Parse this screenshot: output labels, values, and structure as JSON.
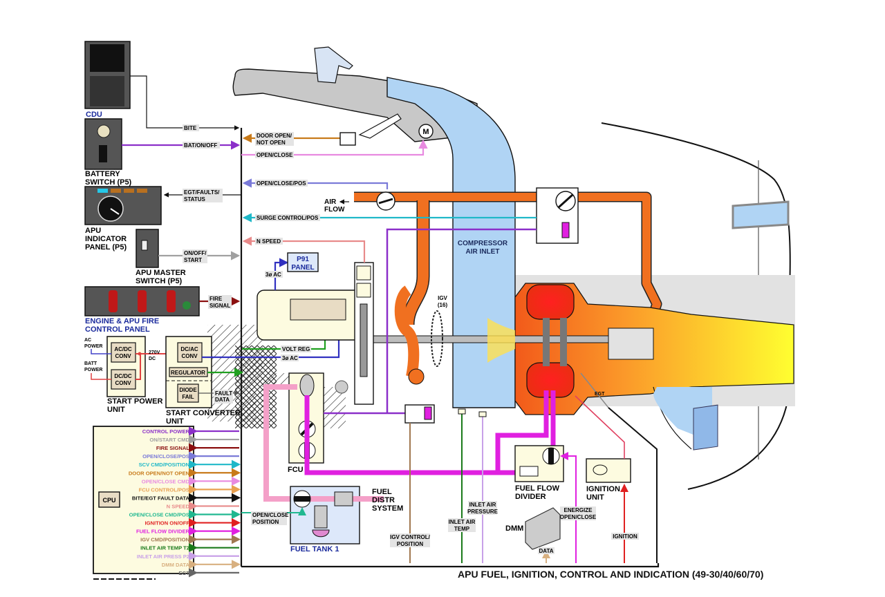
{
  "title": "APU FUEL, IGNITION, CONTROL AND INDICATION (49-30/40/60/70)",
  "components": {
    "cdu": "CDU",
    "battery_switch": [
      "BATTERY",
      "SWITCH (P5)"
    ],
    "apu_indicator_panel": [
      "APU",
      "INDICATOR",
      "PANEL (P5)"
    ],
    "apu_master_switch": [
      "APU MASTER",
      "SWITCH (P5)"
    ],
    "fire_panel": [
      "ENGINE & APU FIRE",
      "CONTROL PANEL"
    ],
    "start_power_unit": [
      "START POWER",
      "UNIT"
    ],
    "start_converter_unit": [
      "START CONVERTER",
      "UNIT"
    ],
    "ac_dc_conv": [
      "AC/DC",
      "CONV"
    ],
    "dc_dc_conv": [
      "DC/DC",
      "CONV"
    ],
    "dc_ac_conv": [
      "DC/AC",
      "CONV"
    ],
    "regulator": "REGULATOR",
    "diode_fail": [
      "DIODE",
      "FAIL"
    ],
    "ac_power": [
      "AC",
      "POWER"
    ],
    "batt_power": [
      "BATT",
      "POWER"
    ],
    "dc_270": [
      "270V",
      "DC"
    ],
    "fault_data": [
      "FAULT",
      "DATA"
    ],
    "cpu": "CPU",
    "p91_panel": [
      "P91",
      "PANEL"
    ],
    "three_phase_ac": "3ø AC",
    "volt_reg": "VOLT REG",
    "fcu": "FCU",
    "fuel_tank": "FUEL TANK 1",
    "fuel_distr": [
      "FUEL",
      "DISTR",
      "SYSTEM"
    ],
    "compressor_inlet": [
      "COMPRESSOR",
      "AIR INLET"
    ],
    "igv": [
      "IGV",
      "(16)"
    ],
    "air_flow": [
      "AIR",
      "FLOW"
    ],
    "egt": "EGT",
    "fuel_flow_divider": [
      "FUEL FLOW",
      "DIVIDER"
    ],
    "ignition_unit": [
      "IGNITION",
      "UNIT"
    ],
    "dmm": "DMM",
    "motor": "M"
  },
  "signals": {
    "bite": "BITE",
    "bat_on_off": "BAT/ON/OFF",
    "egt_faults_status": [
      "EGT/FAULTS/",
      "STATUS"
    ],
    "on_off_start": [
      "ON/OFF/",
      "START"
    ],
    "fire_signal": [
      "FIRE",
      "SIGNAL"
    ],
    "door_open": [
      "DOOR OPEN/",
      "NOT OPEN"
    ],
    "open_close": "OPEN/CLOSE",
    "open_close_pos": "OPEN/CLOSE/POS",
    "surge_control_pos": "SURGE CONTROL/POS",
    "n_speed": "N SPEED",
    "open_close_position": [
      "OPEN/CLOSE",
      "POSITION"
    ],
    "igv_control_position": [
      "IGV CONTROL/",
      "POSITION"
    ],
    "inlet_air_temp": [
      "INLET AIR",
      "TEMP"
    ],
    "inlet_air_pressure": [
      "INLET AIR",
      "PRESSURE"
    ],
    "energize_open_close": [
      "ENERGIZE",
      "OPEN/CLOSE"
    ],
    "data": "DATA",
    "ignition": "IGNITION"
  },
  "ecu_signals": [
    {
      "label": "CONTROL POWER",
      "color": "#8b2fc9",
      "dir": "in"
    },
    {
      "label": "ON/START CMD",
      "color": "#a0a0a0",
      "dir": "in"
    },
    {
      "label": "FIRE SIGNAL",
      "color": "#8b1010",
      "dir": "in"
    },
    {
      "label": "OPEN/CLOSE/POS",
      "color": "#7a7ad8",
      "dir": "in"
    },
    {
      "label": "SCV CMD/POSITION",
      "color": "#1fb8c8",
      "dir": "both"
    },
    {
      "label": "DOOR OPEN/NOT OPEN",
      "color": "#c87a1a",
      "dir": "both"
    },
    {
      "label": "OPEN/CLOSE CMD",
      "color": "#e88ae0",
      "dir": "both"
    },
    {
      "label": "FCU CONTROL/POS",
      "color": "#e8a050",
      "dir": "both"
    },
    {
      "label": "BITE/EGT FAULT DATA",
      "color": "#111111",
      "dir": "both"
    },
    {
      "label": "N SPEED",
      "color": "#e88a8a",
      "dir": "in"
    },
    {
      "label": "OPEN/CLOSE CMD/POS",
      "color": "#20b890",
      "dir": "both"
    },
    {
      "label": "IGNITION ON/OFF",
      "color": "#e02020",
      "dir": "both"
    },
    {
      "label": "FUEL FLOW DIVIDER",
      "color": "#e020e0",
      "dir": "both"
    },
    {
      "label": "IGV CMD/POSITION",
      "color": "#a07850",
      "dir": "both"
    },
    {
      "label": "INLET AIR TEMP T2",
      "color": "#1a7a1a",
      "dir": "in"
    },
    {
      "label": "INLET AIR PRESS P2",
      "color": "#c8a0e8",
      "dir": "in"
    },
    {
      "label": "DMM DATA",
      "color": "#d8b080",
      "dir": "both"
    },
    {
      "label": "EGT",
      "color": "#666666",
      "dir": "in"
    }
  ],
  "colors": {
    "fuel": "#ff33ff",
    "fuel_supply": "#f4a0c8",
    "bleed": "#f07020",
    "inlet_air": "#b0d4f4",
    "box_fill": "#fdfbe0",
    "label_blue": "#1a2a9c"
  }
}
